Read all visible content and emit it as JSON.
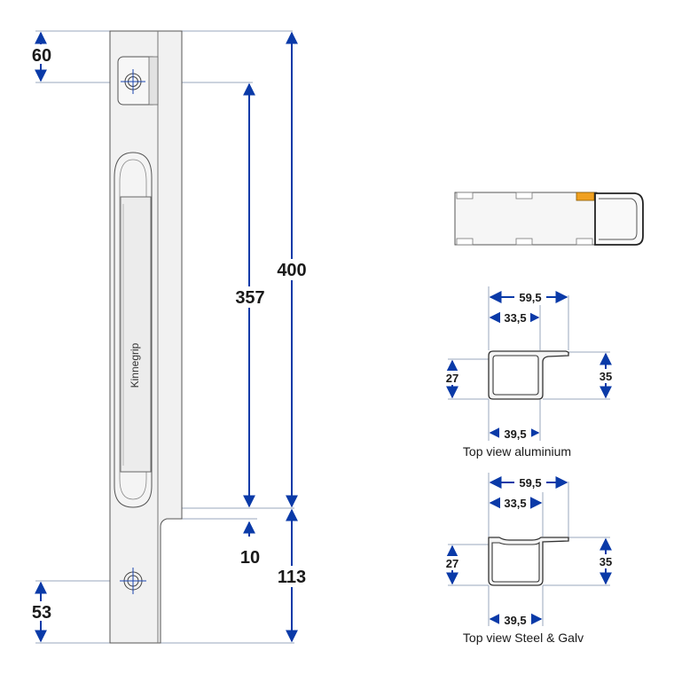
{
  "brand": "Kinnegrip",
  "front_view": {
    "dim_top": "60",
    "dim_hole_to_bottom": "357",
    "dim_total": "400",
    "dim_gap": "10",
    "dim_bottom_section": "113",
    "dim_bottom_hole": "53"
  },
  "profile_aluminium": {
    "dim_outer_width": "59,5",
    "dim_inner_width": "33,5",
    "dim_left_height": "27",
    "dim_right_height": "35",
    "dim_bottom_width": "39,5",
    "caption": "Top view aluminium"
  },
  "profile_steel": {
    "dim_outer_width": "59,5",
    "dim_inner_width": "33,5",
    "dim_left_height": "27",
    "dim_right_height": "35",
    "dim_bottom_width": "39,5",
    "caption": "Top view Steel & Galv"
  },
  "colors": {
    "dimension_arrow": "#0a3aa8",
    "extension_line": "#9aa7bd",
    "orange_insert": "#f0a020"
  }
}
